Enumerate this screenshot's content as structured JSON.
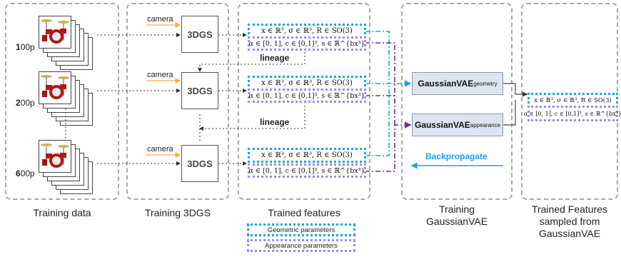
{
  "panels": {
    "training_data": "Training data",
    "training_3dgs": "Training 3DGS",
    "trained_features": "Trained features",
    "training_vae_line1": "Training",
    "training_vae_line2": "GaussianVAE",
    "sampled_line1": "Trained Features",
    "sampled_line2": "sampled from",
    "sampled_line3": "GaussianVAE"
  },
  "counts": [
    {
      "bold": "1",
      "rest": "00p"
    },
    {
      "bold": "2",
      "rest": "00p"
    },
    {
      "bold": "6",
      "rest": "00p"
    }
  ],
  "camera_label": "camera",
  "model_label": "3DGS",
  "lineage_label": "lineage",
  "features": {
    "geometric": "x ∈ ℝ³, σ ∈ ℝ³, R ∈ SO(3)",
    "appearance": "α ∈ [0, 1], c ∈ [0,1]³, s ∈ ℝ^{bx³}"
  },
  "vae": {
    "geometry_main": "GaussianVAE",
    "geometry_sub": "geometry",
    "appearance_main": "GaussianVAE",
    "appearance_sub": "appearance"
  },
  "backprop_label": "Backpropagate",
  "legend": {
    "geometric": "Geometric parameters",
    "appearance": "Appearance parameters"
  },
  "colors": {
    "geometric": "#15a8dc",
    "appearance": "#9a8ee0",
    "arrow_appearance": "#6a2ea0",
    "camera_arrow": "#f3b13e",
    "vae_fill": "#dde4ef"
  },
  "icons": [
    "drum-kit-image"
  ]
}
